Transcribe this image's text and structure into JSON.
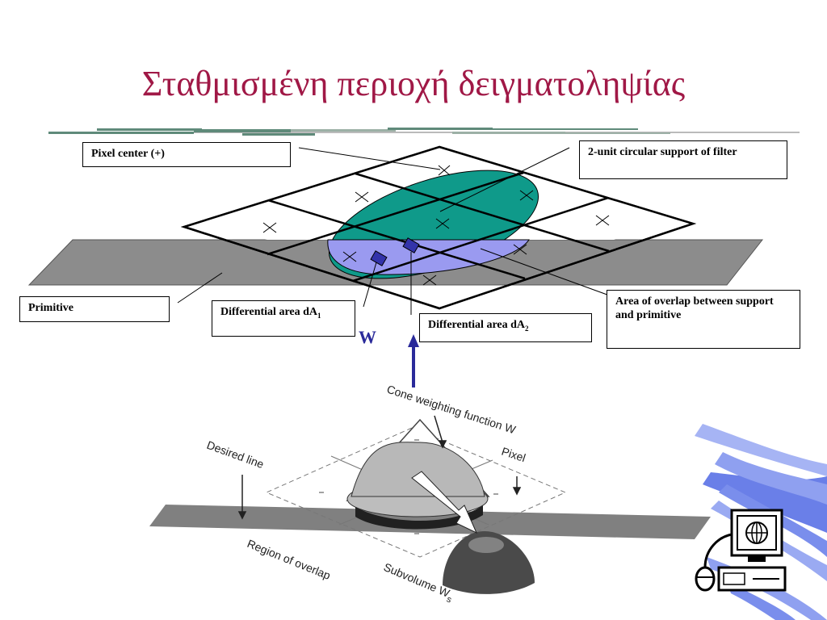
{
  "slide": {
    "title": "Σταθμισμένη περιοχή δειγματοληψίας"
  },
  "labels": {
    "pixel_center": "Pixel center (+)",
    "support": "2-unit circular support of filter",
    "primitive": "Primitive",
    "diff_area_1": "Differential area dA",
    "diff_area_1_sub": "1",
    "diff_area_2": "Differential area dA",
    "diff_area_2_sub": "2",
    "overlap_area": "Area of overlap between support and primitive",
    "weight": "W"
  },
  "lower_figure": {
    "cone_weighting": "Cone weighting function W",
    "pixel": "Pixel",
    "desired_line": "Desired line",
    "region_overlap": "Region of overlap",
    "subvolume": "Subvolume W",
    "subvolume_sub": "s"
  },
  "colors": {
    "title": "#a01846",
    "filter_support": "#0f9a8a",
    "overlap": "#9999ee",
    "primitive_band": "#8c8c8c",
    "arrow": "#2a2a9a"
  },
  "icons": [
    "computer-network-icon"
  ]
}
